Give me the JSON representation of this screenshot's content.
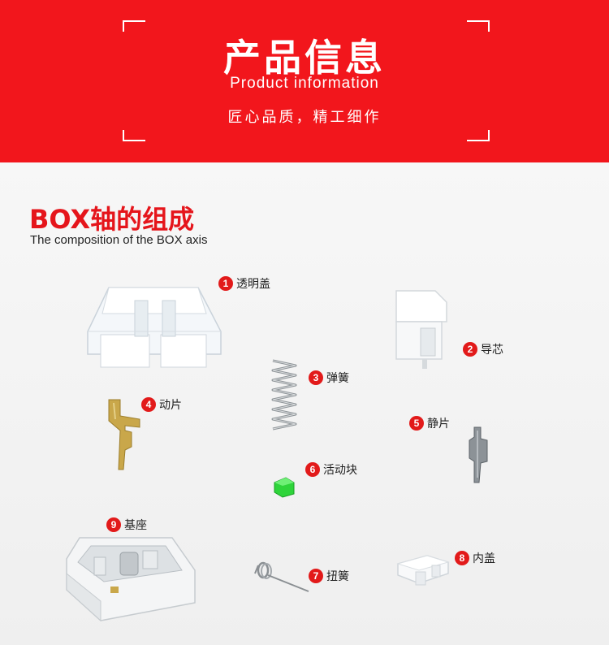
{
  "banner": {
    "title": "产品信息",
    "subtitle": "Product information",
    "motto": "匠心品质，精工细作"
  },
  "section": {
    "title": "BOX轴的组成",
    "subtitle": "The composition of the BOX axis"
  },
  "parts": [
    {
      "number": "1",
      "name": "透明盖"
    },
    {
      "number": "2",
      "name": "导芯"
    },
    {
      "number": "3",
      "name": "弹簧"
    },
    {
      "number": "4",
      "name": "动片"
    },
    {
      "number": "5",
      "name": "静片"
    },
    {
      "number": "6",
      "name": "活动块"
    },
    {
      "number": "7",
      "name": "扭簧"
    },
    {
      "number": "8",
      "name": "内盖"
    },
    {
      "number": "9",
      "name": "基座"
    }
  ],
  "colors": {
    "banner": "#f2161c",
    "accent": "#e5151b",
    "badge": "#e21a1a",
    "slider": "#2ed43a",
    "contact": "#c9a74a"
  }
}
